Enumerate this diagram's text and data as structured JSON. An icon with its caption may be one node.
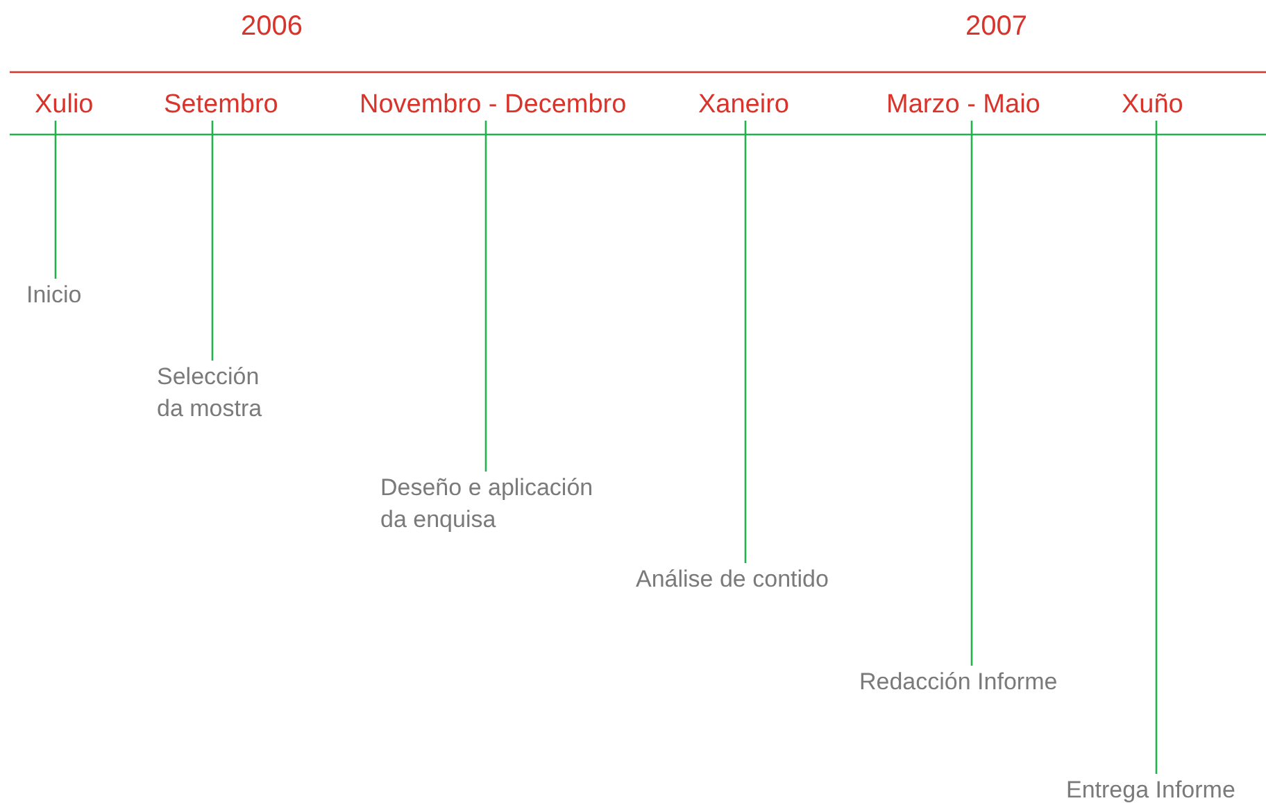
{
  "diagram": {
    "nodes": [
      {
        "text": [
          "Xulio"
        ]
      },
      {
        "text": [
          "Setembro"
        ]
      },
      {
        "text": [
          "Novembro - Decembro"
        ]
      },
      {
        "text": [
          "Xaneiro"
        ]
      },
      {
        "text": [
          "Marzo - Maio"
        ]
      },
      {
        "text": [
          "Xuño"
        ]
      },
      {
        "text": [
          "Inicio"
        ]
      },
      {
        "text": [
          "Selección da mostra"
        ]
      },
      {
        "text": [
          "Deseño e aplicación da enquisa"
        ]
      },
      {
        "text": [
          "Análise de contido"
        ]
      },
      {
        "text": [
          "Redacción Informe"
        ]
      },
      {
        "text": [
          "Entrega Informe"
        ]
      }
    ],
    "edges": [
      {
        "from": 0,
        "to": 6,
        "arrow": "none"
      },
      {
        "from": 1,
        "to": 7,
        "arrow": "none"
      },
      {
        "from": 2,
        "to": 8,
        "arrow": "none"
      },
      {
        "from": 3,
        "to": 9,
        "arrow": "none"
      },
      {
        "from": 4,
        "to": 10,
        "arrow": "none"
      },
      {
        "from": 5,
        "to": 11,
        "arrow": "none"
      }
    ],
    "labels": [
      "2006",
      "2007"
    ]
  }
}
